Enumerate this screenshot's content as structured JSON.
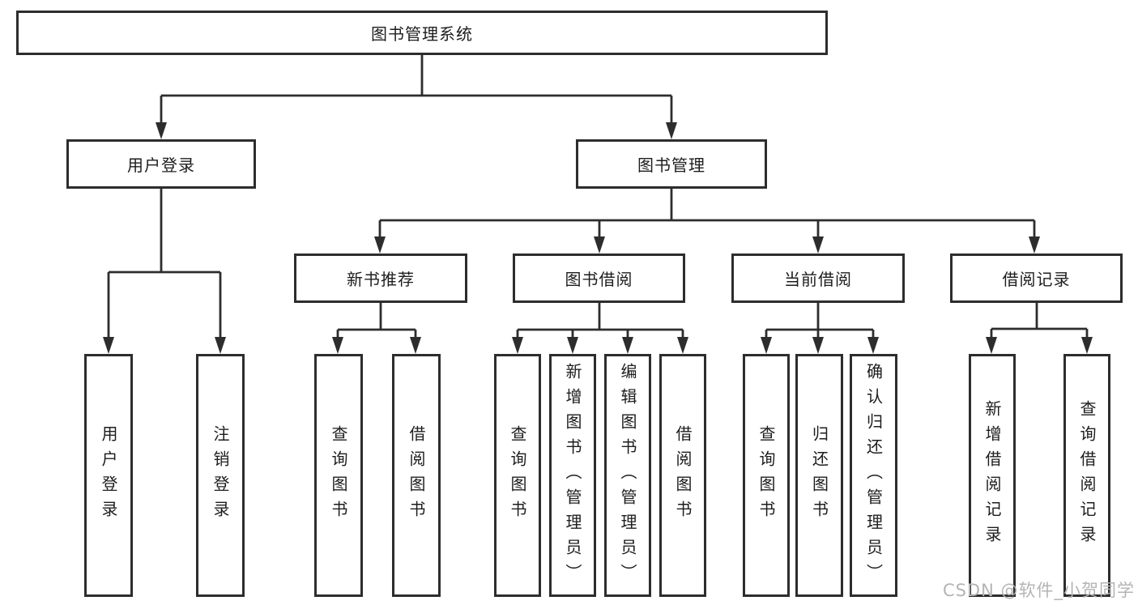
{
  "diagram": {
    "root": {
      "label": "图书管理系统"
    },
    "branches": [
      {
        "label": "用户登录",
        "children": [
          {
            "label": "用户登录"
          },
          {
            "label": "注销登录"
          }
        ]
      },
      {
        "label": "图书管理",
        "children": [
          {
            "label": "新书推荐",
            "children": [
              {
                "label": "查询图书"
              },
              {
                "label": "借阅图书"
              }
            ]
          },
          {
            "label": "图书借阅",
            "children": [
              {
                "label": "查询图书"
              },
              {
                "label": "新增图书（管理员）"
              },
              {
                "label": "编辑图书（管理员）"
              },
              {
                "label": "借阅图书"
              }
            ]
          },
          {
            "label": "当前借阅",
            "children": [
              {
                "label": "查询图书"
              },
              {
                "label": "归还图书"
              },
              {
                "label": "确认归还（管理员）"
              }
            ]
          },
          {
            "label": "借阅记录",
            "children": [
              {
                "label": "新增借阅记录"
              },
              {
                "label": "查询借阅记录"
              }
            ]
          }
        ]
      }
    ]
  },
  "watermark": "CSDN @软件_小贺同学",
  "colors": {
    "line": "#2d2d2d",
    "text": "#1d1d1f",
    "watermark": "#b4b4b4",
    "background": "#ffffff"
  }
}
